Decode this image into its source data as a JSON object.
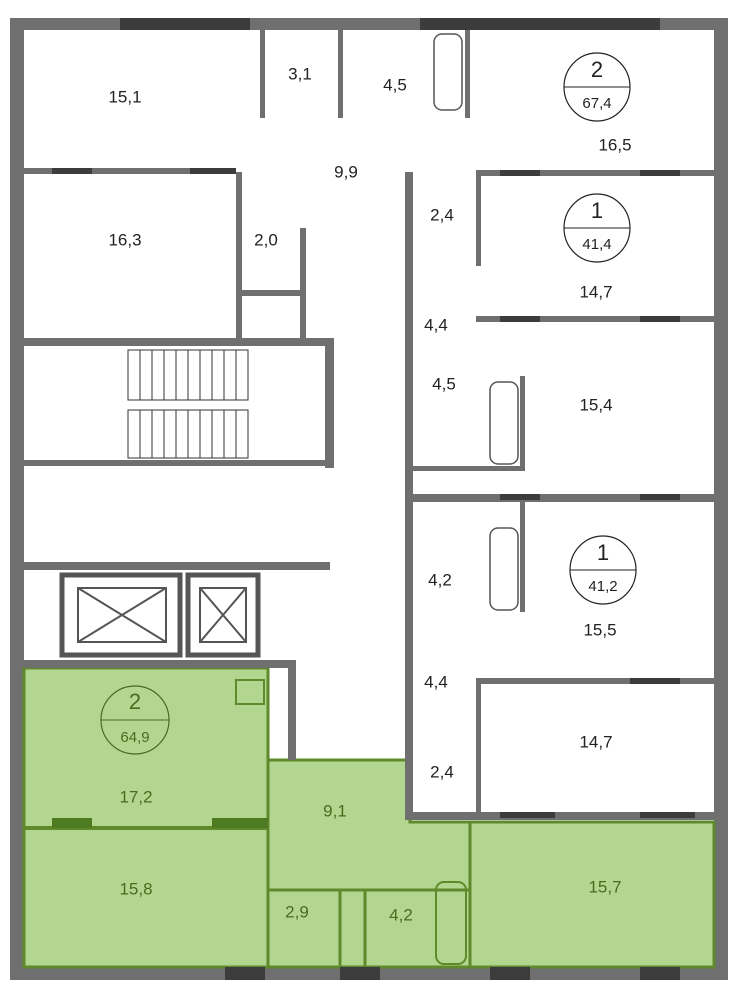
{
  "colors": {
    "wall": "#6f6f6f",
    "window": "#3c3c3c",
    "highlight": "#b2d68f",
    "highlight_text": "#4a6b1e"
  },
  "apartments": [
    {
      "rooms_count": "2",
      "area": "67,4"
    },
    {
      "rooms_count": "1",
      "area": "41,4"
    },
    {
      "rooms_count": "1",
      "area": "41,2"
    },
    {
      "rooms_count": "2",
      "area": "64,9",
      "highlighted": true
    }
  ],
  "rooms": {
    "r1": "15,1",
    "r2": "3,1",
    "r3": "4,5",
    "r4": "16,5",
    "r5": "9,9",
    "r6": "16,3",
    "r7": "2,0",
    "r8": "2,4",
    "r9": "14,7",
    "r10": "4,4",
    "r11": "4,5",
    "r12": "15,4",
    "r13": "4,2",
    "r14": "15,5",
    "r15": "4,4",
    "r16": "2,4",
    "r17": "14,7",
    "g1": "17,2",
    "g2": "15,8",
    "g3": "9,1",
    "g4": "2,9",
    "g5": "4,2",
    "g6": "15,7"
  }
}
